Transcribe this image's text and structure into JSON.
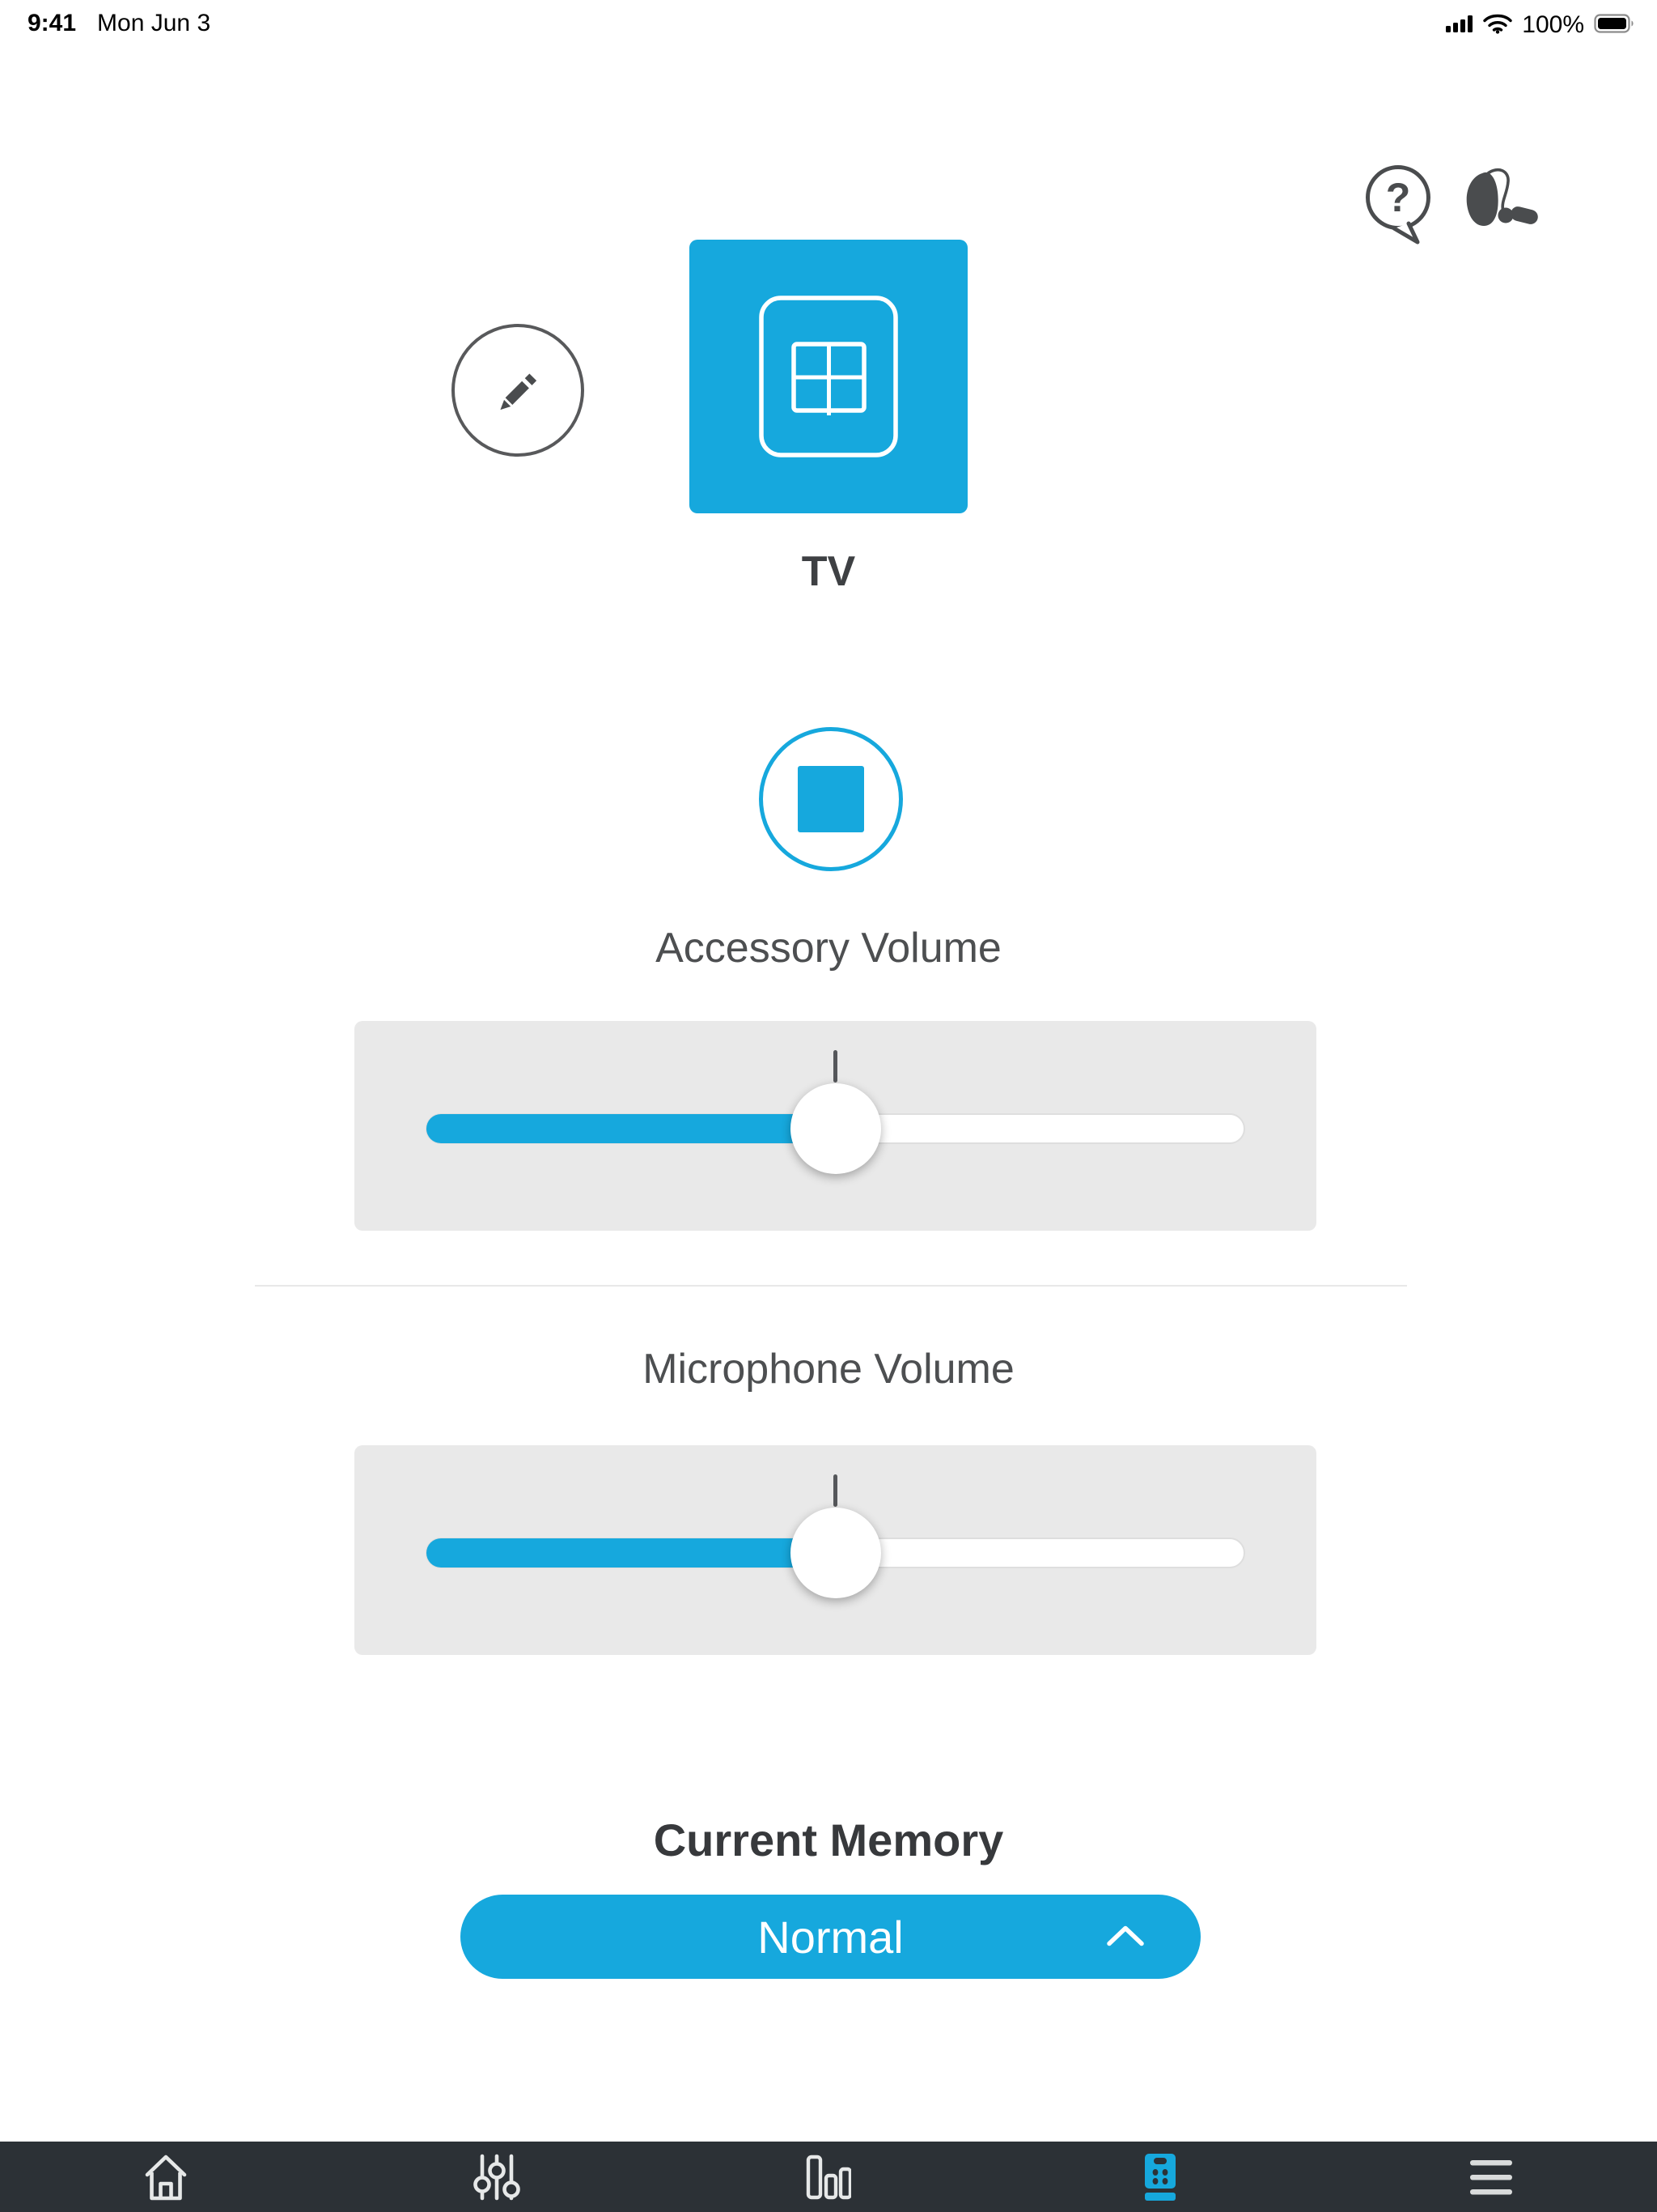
{
  "colors": {
    "accent": "#16a8dd",
    "tab_bar_bg": "#2c3136",
    "icon_dark": "#4a4c4e"
  },
  "status_bar": {
    "time": "9:41",
    "date": "Mon Jun 3",
    "battery_percent": "100%"
  },
  "header_icons": {
    "help_glyph": "?"
  },
  "device": {
    "label": "TV"
  },
  "stream_control": {
    "state": "stop"
  },
  "sliders": [
    {
      "label": "Accessory Volume",
      "value_percent": 50
    },
    {
      "label": "Microphone Volume",
      "value_percent": 50
    }
  ],
  "memory": {
    "title": "Current Memory",
    "selected_option": "Normal"
  },
  "tab_bar": {
    "tabs": [
      {
        "name": "home",
        "active": false
      },
      {
        "name": "adjust",
        "active": false
      },
      {
        "name": "sound-levels",
        "active": false
      },
      {
        "name": "remote",
        "active": true
      },
      {
        "name": "menu",
        "active": false
      }
    ]
  }
}
